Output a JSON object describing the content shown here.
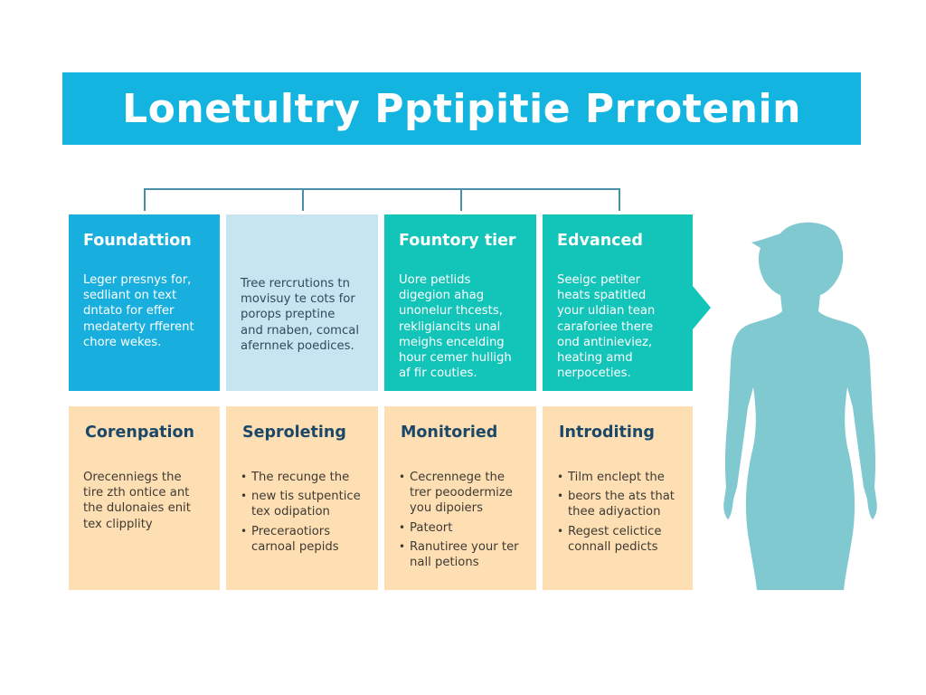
{
  "title": "Lonetultry Pptipitie Prrotenin",
  "colors": {
    "title_bar": "#14b4e0",
    "foundation": "#18afdf",
    "light_blue": "#c7e4f1",
    "teal": "#13c4b9",
    "peach": "#fedfb4",
    "heading_dark": "#1c4868",
    "silhouette": "#80c9d0",
    "connector": "#4a8fa8"
  },
  "top_row": [
    {
      "heading": "Foundattion",
      "lines": [
        "Leger presnys for,",
        "sedliant on text",
        "dntato for effer",
        "medaterty rfferent",
        "chore wekes."
      ]
    },
    {
      "heading": "",
      "lines": [
        "Tree rercrutions tn",
        "movisuy te cots for",
        "porops preptine",
        "and rnaben, comcal",
        "afernnek poedices."
      ]
    },
    {
      "heading": "Fountory tier",
      "lines": [
        "Uore petlids",
        "digegion ahag",
        "unonelur thcests,",
        "rekligiancits unal",
        "meighs encelding",
        "hour cemer hulligh",
        "af fir couties."
      ]
    },
    {
      "heading": "Edvanced",
      "lines": [
        "Seeigc petiter",
        "heats spatitled",
        "your uldian tean",
        "caraforiee there",
        "ond antinieviez,",
        "heating amd",
        "nerpoceties."
      ]
    }
  ],
  "bottom_row": [
    {
      "heading": "Corenpation",
      "lines": [
        "Orecenniegs the",
        "tire zth ontice ant",
        "the dulonaies enit",
        "tex clipplity"
      ]
    },
    {
      "heading": "Seproleting",
      "bullets": [
        "The recunge the",
        "new tis sutpentice tex odipation",
        "Preceraotiors carnoal pepids"
      ]
    },
    {
      "heading": "Monitoried",
      "bullets": [
        "Cecrennege the trer peoodermize you dipoiers",
        "Pateort",
        "Ranutiree your ter nall petions"
      ]
    },
    {
      "heading": "Introditing",
      "bullets": [
        "Tilm enclept the",
        "beors the ats that thee adiyaction",
        "Regest celictice connall pedicts"
      ]
    }
  ]
}
